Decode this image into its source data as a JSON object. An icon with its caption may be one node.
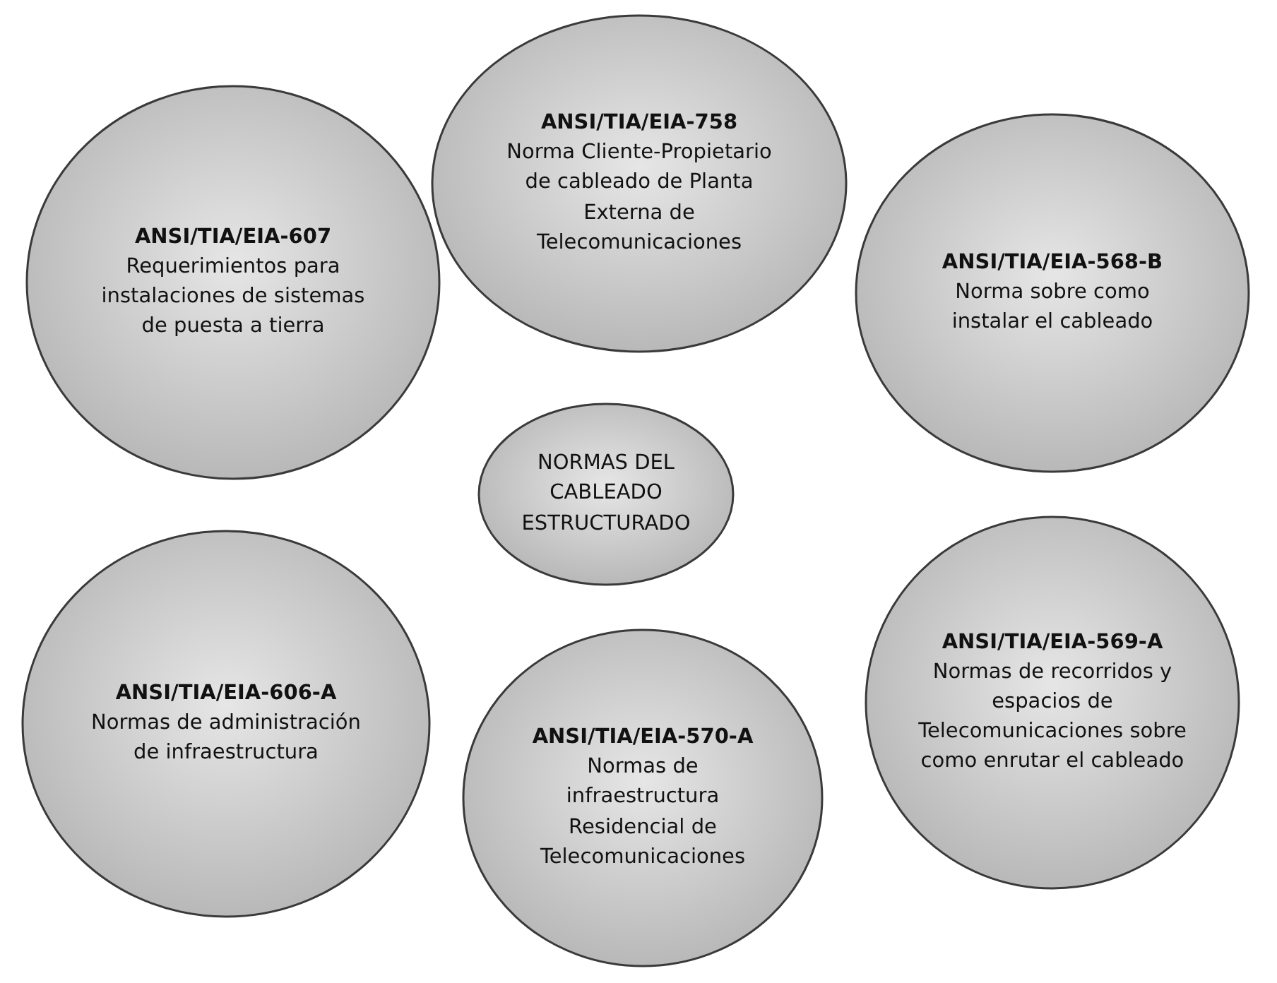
{
  "diagram": {
    "nodes": [
      {
        "text": [
          "ANSI/TIA/EIA-607",
          "Requerimientos para instalaciones de sistemas de puesta a tierra"
        ]
      },
      {
        "text": [
          "ANSI/TIA/EIA-758",
          "Norma Cliente-Propietario de cableado de Planta Externa de Telecomunicaciones"
        ]
      },
      {
        "text": [
          "ANSI/TIA/EIA-568-B",
          "Norma sobre como instalar el cableado"
        ]
      },
      {
        "text": [
          "NORMAS DEL CABLEADO ESTRUCTURADO"
        ]
      },
      {
        "text": [
          "ANSI/TIA/EIA-606-A",
          "Normas de administración de infraestructura"
        ]
      },
      {
        "text": [
          "ANSI/TIA/EIA-570-A",
          "Normas de infraestructura Residencial de Telecomunicaciones"
        ]
      },
      {
        "text": [
          "ANSI/TIA/EIA-569-A",
          "Normas de recorridos y espacios de Telecomunicaciones sobre como enrutar el cableado"
        ]
      }
    ]
  }
}
